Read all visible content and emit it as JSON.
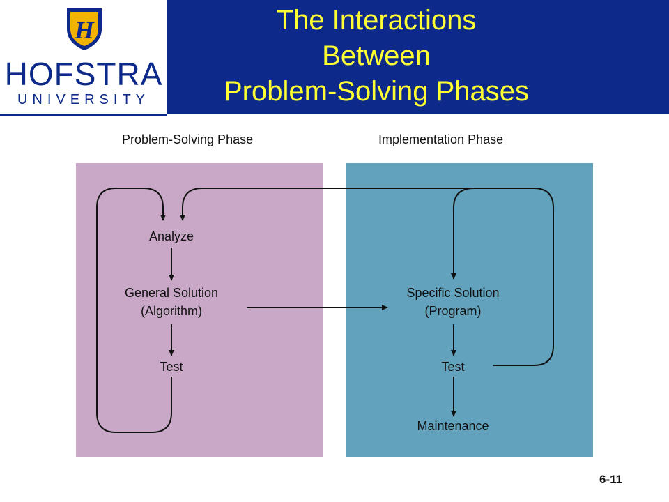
{
  "logo": {
    "wordmark": "HOFSTRA",
    "subtitle": "UNIVERSITY",
    "shield_letter": "H",
    "colors": {
      "navy": "#0d2a8a",
      "gold": "#f2b300"
    }
  },
  "title": {
    "line1": "The Interactions",
    "line2": "Between",
    "line3": "Problem-Solving Phases"
  },
  "phases": {
    "left_label": "Problem-Solving Phase",
    "right_label": "Implementation Phase"
  },
  "nodes": {
    "analyze": "Analyze",
    "general_solution_line1": "General Solution",
    "general_solution_line2": "(Algorithm)",
    "test_left": "Test",
    "specific_solution_line1": "Specific Solution",
    "specific_solution_line2": "(Program)",
    "test_right": "Test",
    "maintenance": "Maintenance"
  },
  "footer": {
    "page_number": "6-11"
  },
  "colors": {
    "title_bar": "#0d2a8a",
    "title_text": "#ffff33",
    "panel_left": "#c9a8c7",
    "panel_right": "#62a2bd"
  }
}
